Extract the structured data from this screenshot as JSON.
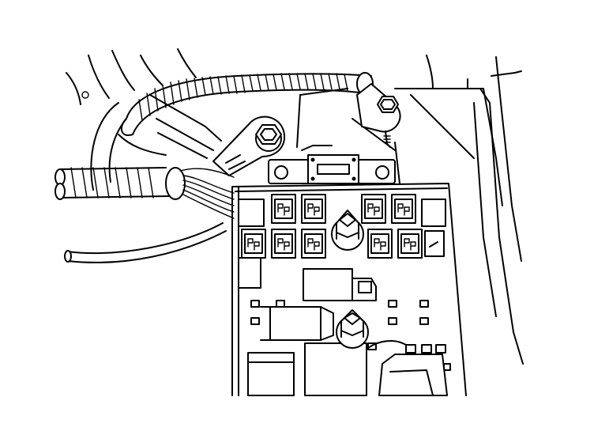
{
  "colors": {
    "ink": "#000000",
    "paper": "#ffffff"
  },
  "diagram": {
    "parts": [
      "wiring-harness",
      "ground-eyelet",
      "fuse-block",
      "mini-fuse",
      "relay",
      "stud-nut",
      "harness-connector"
    ]
  }
}
